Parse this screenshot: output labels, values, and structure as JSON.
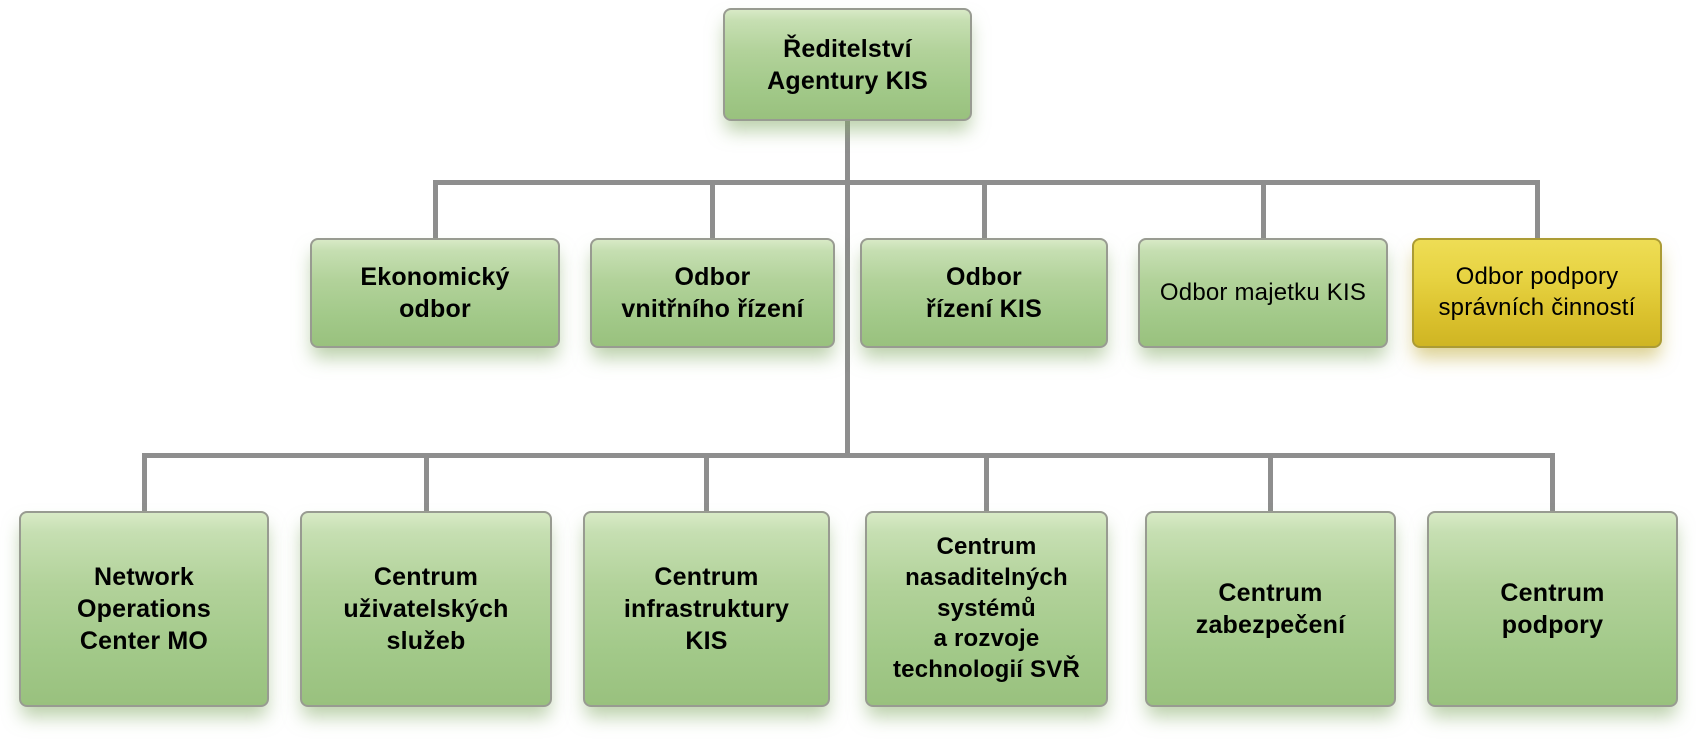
{
  "diagram": {
    "type": "org-chart",
    "nodes": {
      "root": {
        "label": "Ředitelství\nAgentury KIS",
        "color": "green",
        "level": 1
      },
      "b1": {
        "label": "Ekonomický\nodbor",
        "color": "green",
        "level": 2
      },
      "b2": {
        "label": "Odbor\nvnitřního řízení",
        "color": "green",
        "level": 2
      },
      "b3": {
        "label": "Odbor\nřízení KIS",
        "color": "green",
        "level": 2
      },
      "b4": {
        "label": "Odbor majetku KIS",
        "color": "green",
        "level": 2
      },
      "b5": {
        "label": "Odbor podpory\nsprávních činností",
        "color": "yellow",
        "level": 2
      },
      "c1": {
        "label": "Network\nOperations\nCenter MO",
        "color": "green",
        "level": 3
      },
      "c2": {
        "label": "Centrum\nuživatelských\nslužeb",
        "color": "green",
        "level": 3
      },
      "c3": {
        "label": "Centrum\ninfrastruktury\nKIS",
        "color": "green",
        "level": 3
      },
      "c4": {
        "label": "Centrum\nnasaditelných\nsystémů\na rozvoje\ntechnologií SVŘ",
        "color": "green",
        "level": 3
      },
      "c5": {
        "label": "Centrum\nzabezpečení",
        "color": "green",
        "level": 3
      },
      "c6": {
        "label": "Centrum\npodpory",
        "color": "green",
        "level": 3
      }
    },
    "edges": [
      [
        "root",
        "b1"
      ],
      [
        "root",
        "b2"
      ],
      [
        "root",
        "b3"
      ],
      [
        "root",
        "b4"
      ],
      [
        "root",
        "b5"
      ],
      [
        "root",
        "c1"
      ],
      [
        "root",
        "c2"
      ],
      [
        "root",
        "c3"
      ],
      [
        "root",
        "c4"
      ],
      [
        "root",
        "c5"
      ],
      [
        "root",
        "c6"
      ]
    ],
    "colors": {
      "node_green_top": "#d8eac6",
      "node_green_bottom": "#99c17e",
      "node_yellow_top": "#eedd55",
      "node_yellow_bottom": "#cfb523",
      "node_border_green": "#989b91",
      "node_border_yellow": "#ab9b34",
      "connector": "#8e8e8e",
      "text": "#000000",
      "background": "#ffffff"
    }
  }
}
